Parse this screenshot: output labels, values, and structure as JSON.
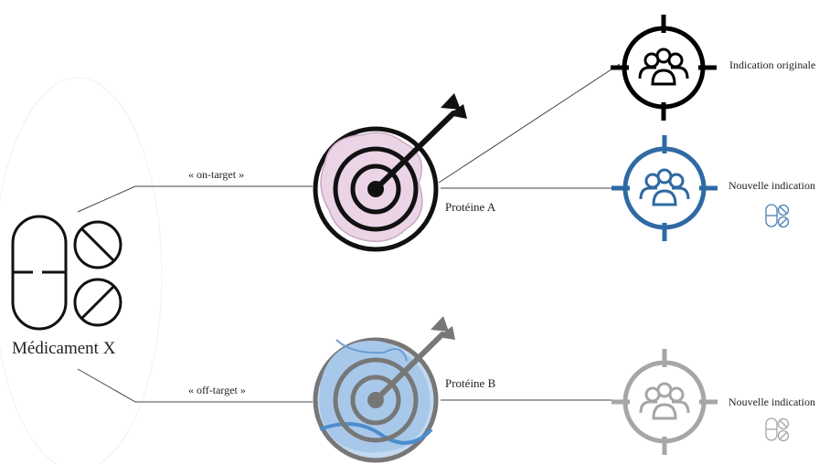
{
  "drug": {
    "label": "Médicament X",
    "icon": "pill-capsule-tablets-icon"
  },
  "links": {
    "on_target": "« on-target »",
    "off_target": "« off-target »"
  },
  "proteins": [
    {
      "label": "Protéine A",
      "icon": "dartboard-target-icon",
      "color": "#e8d3e3"
    },
    {
      "label": "Protéine B",
      "icon": "dartboard-target-icon",
      "color": "#a9c9ea"
    }
  ],
  "indications": [
    {
      "label": "Indication originale",
      "icon": "group-crosshair-icon",
      "color": "#000000"
    },
    {
      "label": "Nouvelle indication",
      "icon": "group-crosshair-icon",
      "color": "#2f6aa3",
      "badge": "pill-icon"
    },
    {
      "label": "Nouvelle indication",
      "icon": "group-crosshair-icon",
      "color": "#a6a6a6",
      "badge": "pill-icon"
    }
  ]
}
